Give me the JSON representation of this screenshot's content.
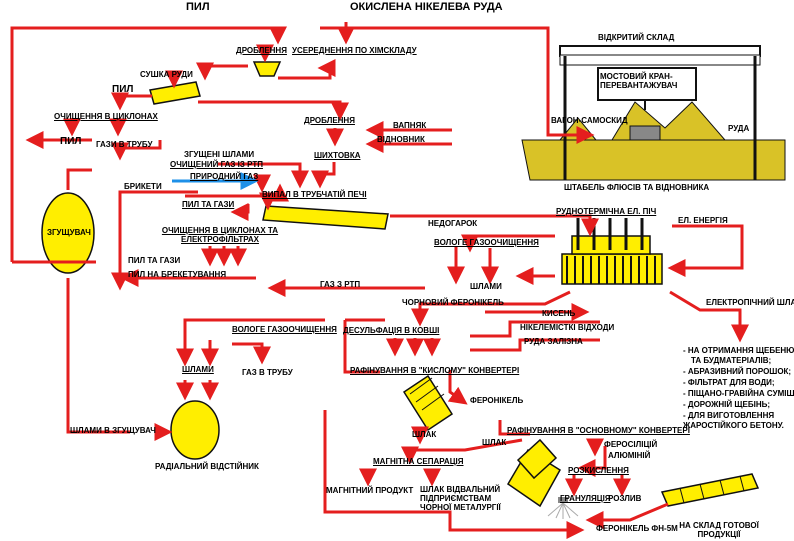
{
  "colors": {
    "flow": "#e41e1e",
    "gas": "#1e90e8",
    "equipment": "#ffee00",
    "ground": "#d9c227"
  },
  "title": {
    "dust": "ПИЛ",
    "ore": "ОКИСЛЕНА НІКЕЛЕВА РУДА"
  },
  "ore_prep": {
    "crushing": "ДРОБЛЕННЯ",
    "averaging": "УСЕРЕДНЕННЯ ПО ХІМСКЛАДУ",
    "drying": "СУШКА РУДИ",
    "dust1": "ПИЛ",
    "cyclones": "ОЧИЩЕННЯ В ЦИКЛОНАХ",
    "dust2": "ПИЛ",
    "gas_to_stack": "ГАЗИ В ТРУБУ",
    "crushing2": "ДРОБЛЕННЯ",
    "limestone": "ВАПНЯК",
    "reductant": "ВІДНОВНИК",
    "charging": "ШИХТОВКА"
  },
  "warehouse": {
    "open_store": "ВІДКРИТИЙ СКЛАД",
    "crane": "МОСТОВИЙ КРАН-ПЕРЕВАНТАЖУВАЧ",
    "wagon": "ВАГОН-САМОСКИД",
    "ore": "РУДА",
    "stockpile": "ШТАБЕЛЬ ФЛЮСІВ ТА ВІДНОВНИКА"
  },
  "kiln": {
    "thickened_slimes": "ЗГУЩЕНІ ШЛАМИ",
    "rtp_gas": "ОЧИЩЕНИЙ ГАЗ ІЗ РТП",
    "natural_gas": "ПРИРОДНИЙ ГАЗ",
    "briquettes": "БРИКЕТИ",
    "roasting": "ВИПАЛ В ТРУБЧАТІЙ ПЕЧІ",
    "dust_gases": "ПИЛ ТА ГАЗИ",
    "cyclones_filters": "ОЧИЩЕННЯ В ЦИКЛОНАХ ТА ЕЛЕКТРОФІЛЬТРАХ",
    "dust_gases2": "ПИЛ ТА ГАЗИ",
    "dust_brick": "ПИЛ НА БРЕКЕТУВАННЯ",
    "thickener": "ЗГУЩУВАЧ",
    "calcine": "НЕДОГАРОК"
  },
  "furnace": {
    "title": "РУДНОТЕРМІЧНА ЕЛ. ПІЧ",
    "energy": "ЕЛ. ЕНЕРГІЯ",
    "wet_cleaning": "ВОЛОГЕ ГАЗООЧИЩЕННЯ",
    "slimes": "ШЛАМИ",
    "rtp_gas": "ГАЗ З РТП",
    "crude_ferronickel": "ЧОРНОВИЙ ФЕРОНІКЕЛЬ",
    "electro_slag": "ЕЛЕКТРОПІЧНИЙ ШЛАК"
  },
  "slag_uses": [
    "- НА ОТРИМАННЯ ЩЕБЕНЮ",
    "ТА БУДМАТЕРІАЛІВ;",
    "- АБРАЗИВНИЙ ПОРОШОК;",
    "- ФІЛЬТРАТ ДЛЯ ВОДИ;",
    "- ПІЩАНО-ГРАВІЙНА СУМІШ;",
    "- ДОРОЖНІЙ ЩЕБІНЬ;",
    "- ДЛЯ ВИГОТОВЛЕННЯ",
    "ЖАРОСТІЙКОГО БЕТОНУ."
  ],
  "refining": {
    "wet_cleaning2": "ВОЛОГЕ ГАЗООЧИЩЕННЯ",
    "slimes2": "ШЛАМИ",
    "gas_stack2": "ГАЗ В ТРУБУ",
    "slimes_to_thickener": "ШЛАМИ В ЗГУЩУВАЧ",
    "radial_settler": "РАДІАЛЬНИЙ ВІДСТІЙНИК",
    "oxygen": "КИСЕНЬ",
    "ni_waste": "НІКЕЛЕМІСТКІ ВІДХОДИ",
    "iron_ore": "РУДА ЗАЛІЗНА",
    "desulf": "ДЕСУЛЬФАЦІЯ В КОВШІ",
    "acid_conv": "РАФІНУВАННЯ В \"КИСЛОМУ\" КОНВЕРТЕРІ",
    "ferronickel": "ФЕРОНІКЕЛЬ",
    "slag": "ШЛАК",
    "basic_conv": "РАФІНУВАННЯ В \"ОСНОВНОМУ\" КОНВЕРТЕРІ",
    "slag2": "ШЛАК",
    "ferrosilicon": "ФЕРОСІЛІЦІЙ",
    "aluminium": "АЛЮМІНІЙ",
    "deoxidation": "РОЗКИСЛЕННЯ",
    "magnetic_sep": "МАГНІТНА СЕПАРАЦІЯ",
    "magnetic_product": "МАГНІТНИЙ ПРОДУКТ",
    "slag_dump": "ШЛАК ВІДВАЛЬНИЙ ПІДПРИЄМСТВАМ ЧОРНОЇ МЕТАЛУРГІЇ",
    "granulation": "ГРАНУЛЯЦІЯ",
    "casting": "РОЗЛИВ",
    "product": "ФЕРОНІКЕЛЬ ФН-5М",
    "warehouse": "НА СКЛАД ГОТОВОЇ ПРОДУКЦІЇ"
  }
}
